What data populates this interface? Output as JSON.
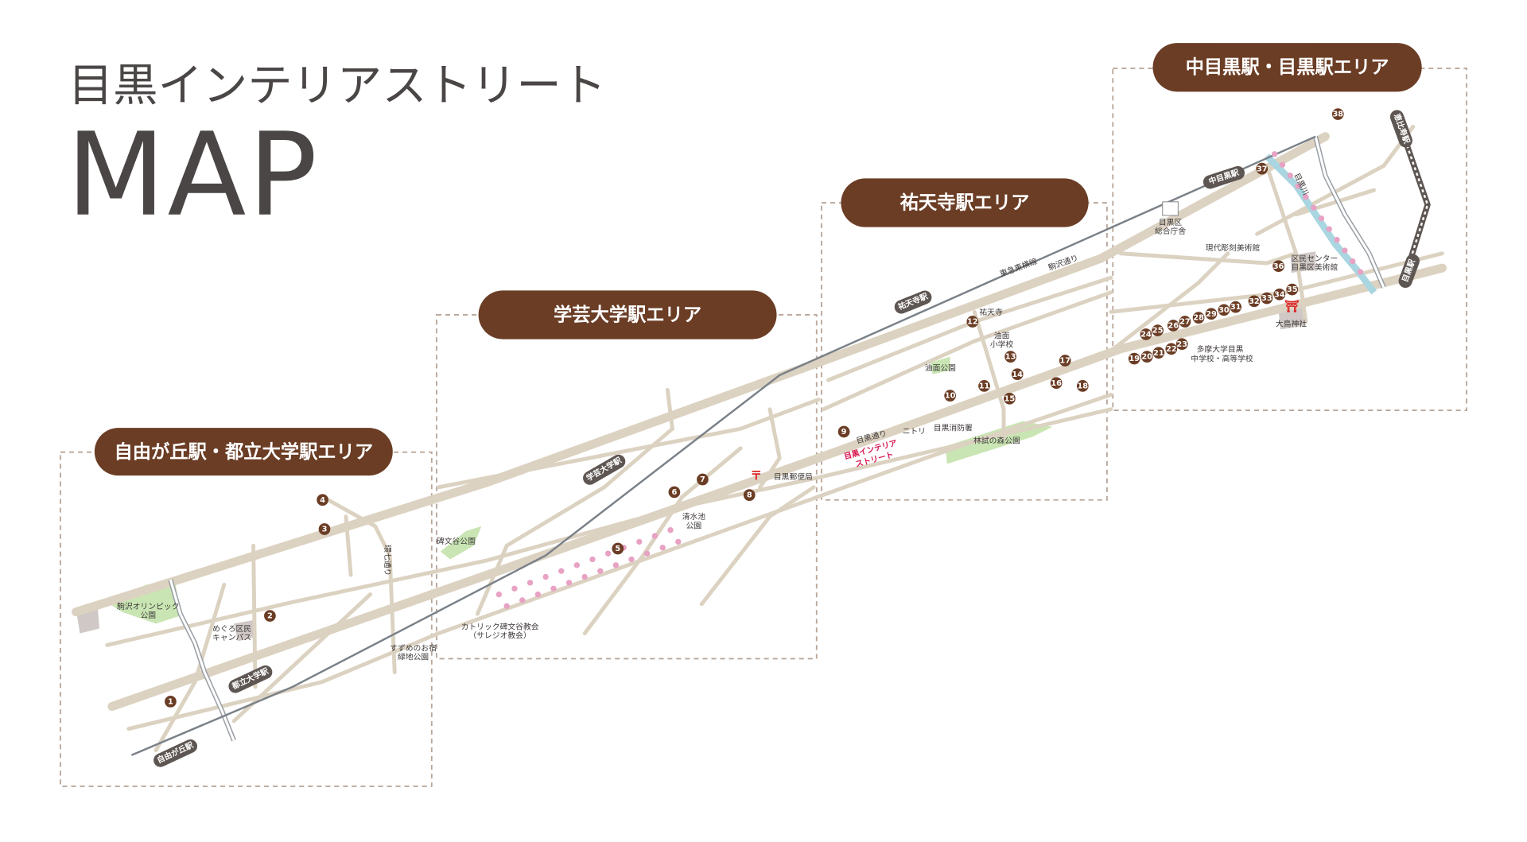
{
  "title": {
    "line1": "目黒インテリアストリート",
    "line2": "MAP"
  },
  "areas": [
    {
      "label": "自由が丘駅・都立大学駅エリア"
    },
    {
      "label": "学芸大学駅エリア"
    },
    {
      "label": "祐天寺駅エリア"
    },
    {
      "label": "中目黒駅・目黒駅エリア"
    }
  ],
  "stations": {
    "jiyugaoka": "自由が丘駅",
    "toritsudaigaku": "都立大学駅",
    "gakugeidaigaku": "学芸大学駅",
    "yutenji": "祐天寺駅",
    "nakameguro": "中目黒駅",
    "ebisu": "恵比寿駅",
    "meguro": "目黒駅"
  },
  "places": {
    "komazawa_1": "駒沢オリンピック",
    "komazawa_2": "公園",
    "campus_1": "めぐろ区民",
    "campus_2": "キャンパス",
    "kannana": "環七通り",
    "suzume_1": "すずめのお宿",
    "suzume_2": "緑地公園",
    "himonya_park": "碑文谷公園",
    "church_1": "カトリック碑文谷教会",
    "church_2": "（サレジオ教会）",
    "shimizu_1": "清水池",
    "shimizu_2": "公園",
    "post_office": "目黒郵便局",
    "yutenji_temple": "祐天寺",
    "aburamen_school_1": "油面",
    "aburamen_school_2": "小学校",
    "aburamen_park": "油面公園",
    "fire_station": "目黒消防署",
    "nitori": "ニトリ",
    "meguro_dori": "目黒通り",
    "interior_street_1": "目黒インテリア",
    "interior_street_2": "ストリート",
    "rinshi_park": "林試の森公園",
    "toyoko_line": "東急東横線",
    "komazawa_dori": "駒沢通り",
    "ward_office_1": "目黒区",
    "ward_office_2": "総合庁舎",
    "sculpture_museum": "現代彫刻美術館",
    "kumin_center_1": "区民センター",
    "kumin_center_2": "目黒区美術館",
    "otori_shrine": "大鳥神社",
    "tama_school_1": "多摩大学目黒",
    "tama_school_2": "中学校・高等学校",
    "meguro_river": "目黒川"
  },
  "markers": [
    "1",
    "2",
    "3",
    "4",
    "5",
    "6",
    "7",
    "8",
    "9",
    "10",
    "11",
    "12",
    "13",
    "14",
    "15",
    "16",
    "17",
    "18",
    "19",
    "20",
    "21",
    "22",
    "23",
    "24",
    "25",
    "26",
    "27",
    "28",
    "29",
    "30",
    "31",
    "32",
    "33",
    "34",
    "35",
    "36",
    "37",
    "38"
  ],
  "colors": {
    "accent": "#6b3d25",
    "road": "#dcd2c1",
    "rail": "#7a8188",
    "park": "#bfe0a6",
    "highlight": "#d6174f"
  }
}
